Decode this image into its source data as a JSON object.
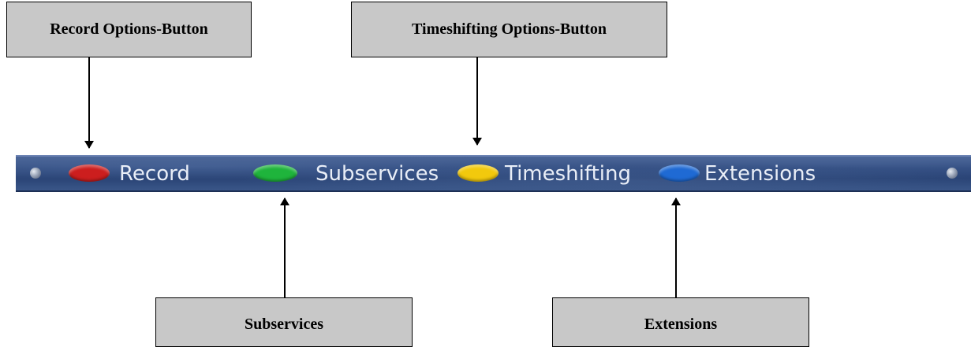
{
  "callouts": {
    "record_options": "Record Options-Button",
    "timeshifting_options": "Timeshifting Options-Button",
    "subservices": "Subservices",
    "extensions": "Extensions"
  },
  "bar": {
    "buttons": [
      {
        "color": "#cc1e1e",
        "label": "Record"
      },
      {
        "color": "#1fb43c",
        "label": "Subservices"
      },
      {
        "color": "#f2c90d",
        "label": "Timeshifting"
      },
      {
        "color": "#1f6ad4",
        "label": "Extensions"
      }
    ],
    "background": "#2f4a7e"
  }
}
